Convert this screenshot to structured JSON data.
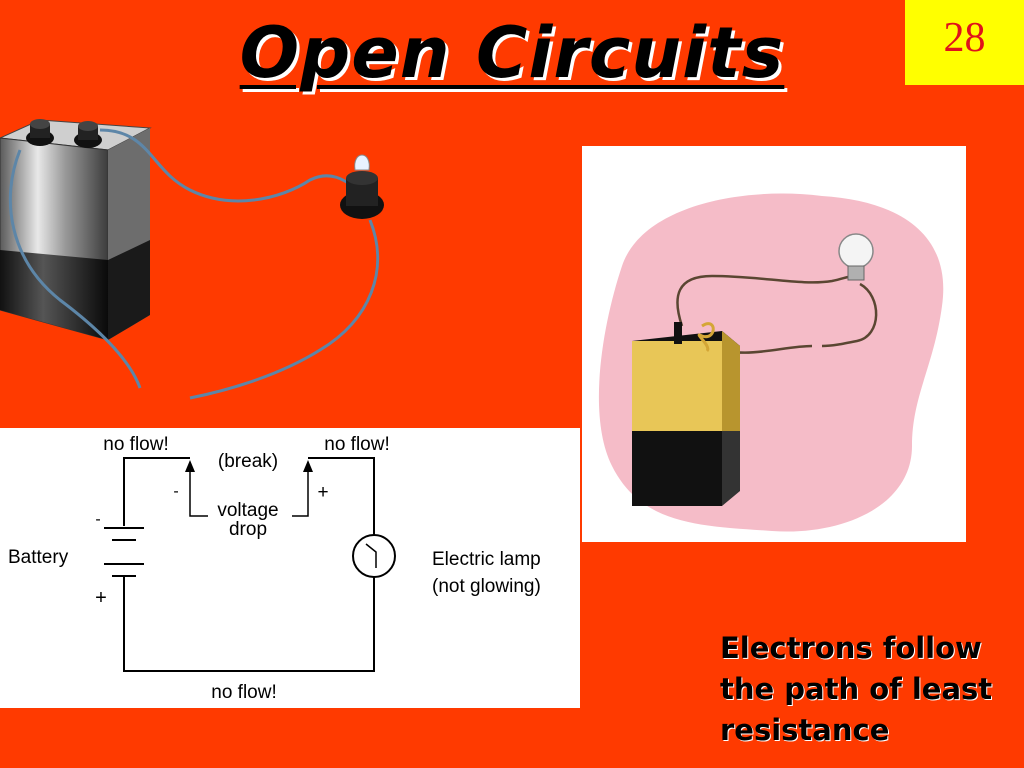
{
  "slide": {
    "title": "Open Circuits",
    "page_number": "28",
    "background_color": "#ff3a00",
    "page_number_bg": "#ffff00",
    "page_number_color": "#e0121b"
  },
  "schematic": {
    "label_top_left": "no flow!",
    "label_top_right": "no flow!",
    "label_bottom": "no flow!",
    "label_break": "(break)",
    "label_voltage_1": "voltage",
    "label_voltage_2": "drop",
    "label_minus_left": "-",
    "label_plus_right": "+",
    "battery_label": "Battery",
    "battery_minus": "-",
    "battery_plus": "+",
    "lamp_label_1": "Electric lamp",
    "lamp_label_2": "(not glowing)"
  },
  "caption": {
    "lines": [
      "Electrons follow",
      "the path of least",
      "resistance"
    ]
  }
}
